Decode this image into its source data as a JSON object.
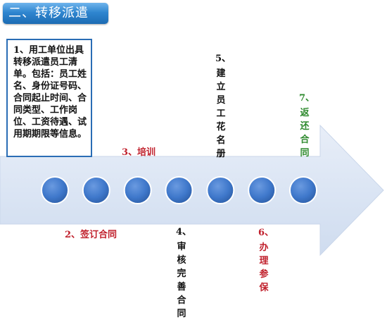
{
  "title": "二、转移派遣",
  "info_box": {
    "text": "1、用工单位出具转移派遣员工清单。包括：员工姓名、身份证号码、合同起止时间、合同类型、工作岗位、工资待遇、试用期期限等信息。"
  },
  "steps": {
    "step2": "2、签订合同",
    "step3": "3、培训",
    "step4_num": "4、",
    "step4_text": "审核完善合同",
    "step5_num": "5、",
    "step5_text": "建立员工花名册",
    "step6_num": "6、",
    "step6_text": "办理参保",
    "step7_num": "7、",
    "step7_text": "返还合同"
  },
  "colors": {
    "arrow_fill": "#dfe8f5",
    "arrow_stroke": "#c9d6ea",
    "circle_fill": "#3f78cb",
    "circle_stroke": "#ffffff",
    "title_bg": "#2f86d0",
    "box_border": "#2a6db5",
    "red_text": "#c0202c",
    "green_text": "#2e8a2e"
  },
  "node_count": 7
}
